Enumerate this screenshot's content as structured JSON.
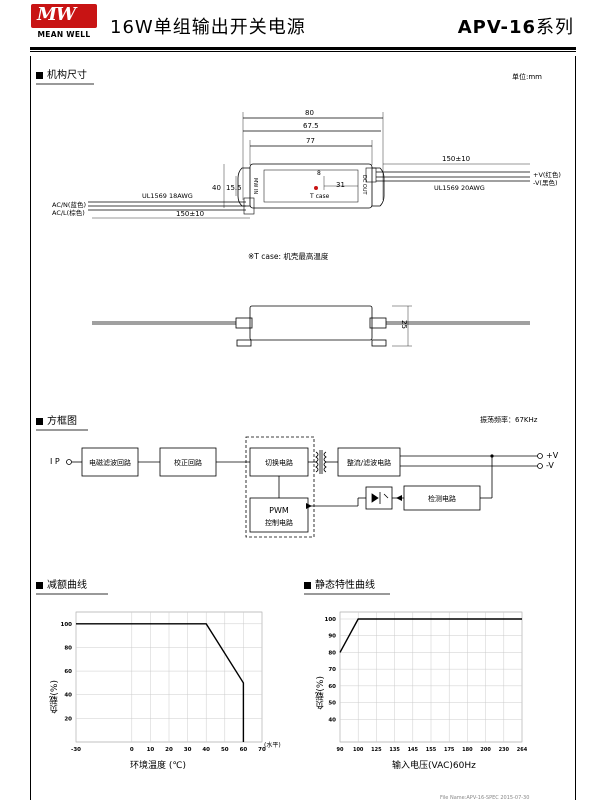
{
  "header": {
    "logo_mark": "MW",
    "logo_text": "MEAN WELL",
    "title": "16W单组输出开关电源",
    "series_model": "APV-16",
    "series_suffix": "系列"
  },
  "mechanical": {
    "section_title": "机构尺寸",
    "unit": "单位:mm",
    "dims": {
      "overall_length": "80",
      "hole_spacing": "67.5",
      "body_length": "77",
      "lead_out": "150±10",
      "lead_in": "150±10",
      "height": "40",
      "inner_height": "15.5",
      "tc_position": "31",
      "side_height": "25"
    },
    "tc_label": "T case",
    "out_v_plus": "+V(红色)",
    "out_v_minus": "-V(黑色)",
    "out_cable": "UL1569 20AWG",
    "in_cable": "UL1569 18AWG",
    "ac_n": "AC/N(蓝色)",
    "ac_l": "AC/L(棕色)",
    "side_in": "MW IN",
    "side_out": "DC OUT",
    "note": "※T case: 机壳最高温度"
  },
  "block": {
    "section_title": "方框图",
    "freq": "振荡频率：67KHz",
    "ip": "I P",
    "emi": "电磁滤波回路",
    "rectifier": "校正回路",
    "switching": "切换电路",
    "rect_filter": "整流/滤波电路",
    "pwm": "PWM",
    "pwm_sub": "控制电路",
    "detect": "检测电路",
    "out_plus": "+V",
    "out_minus": "-V"
  },
  "derating": {
    "section_title": "减额曲线",
    "ylabel": "负载(%)",
    "xlabel": "环境温度 (℃)",
    "x_unit": "(水平)",
    "chart_data": {
      "type": "line",
      "xticks": [
        "-30",
        "0",
        "10",
        "20",
        "30",
        "40",
        "50",
        "60",
        "70"
      ],
      "yticks": [
        "100",
        "80",
        "60",
        "40",
        "20"
      ],
      "x": [
        -30,
        40,
        60,
        60
      ],
      "values": [
        100,
        100,
        50,
        0
      ],
      "xlim": [
        -30,
        70
      ],
      "ylim": [
        0,
        110
      ]
    }
  },
  "static": {
    "section_title": "静态特性曲线",
    "ylabel": "负载(%)",
    "xlabel": "输入电压(VAC)60Hz",
    "chart_data": {
      "type": "line",
      "xticks": [
        "90",
        "100",
        "125",
        "135",
        "145",
        "155",
        "175",
        "180",
        "200",
        "230",
        "264"
      ],
      "yticks": [
        "100",
        "90",
        "80",
        "70",
        "60",
        "50",
        "40"
      ],
      "x": [
        90,
        100,
        264
      ],
      "values": [
        80,
        100,
        100
      ],
      "ylim": [
        40,
        100
      ]
    }
  },
  "footer": "File Name:APV-16-SPEC  2015-07-30"
}
